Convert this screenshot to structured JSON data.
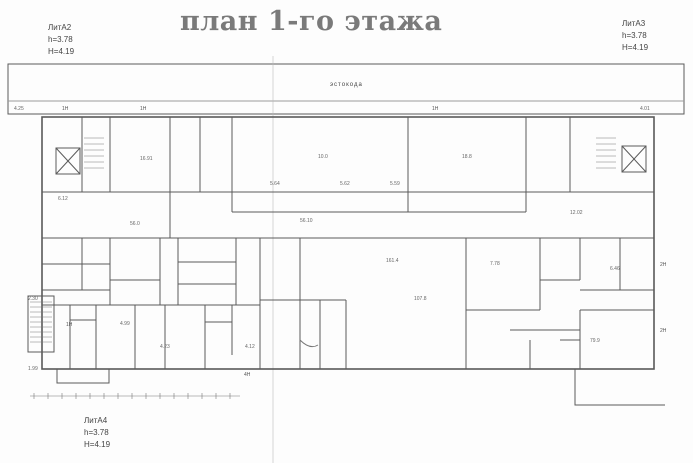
{
  "title": "план 1-го этажа",
  "lit_a2": {
    "name": "ЛитА2",
    "h": "h=3.78",
    "H": "H=4.19"
  },
  "lit_a3": {
    "name": "ЛитА3",
    "h": "h=3.78",
    "H": "H=4.19"
  },
  "lit_a4": {
    "name": "ЛитА4",
    "h": "h=3.78",
    "H": "H=4.19"
  },
  "estakada_label": "эстокода",
  "rooms": [
    "1Н",
    "1Н",
    "1Н",
    "1Н",
    "2Н",
    "2Н",
    "4Н"
  ],
  "colors": {
    "line": "#5a5a5a",
    "faint": "#9a9a9a",
    "title": "#7a7a7a"
  }
}
